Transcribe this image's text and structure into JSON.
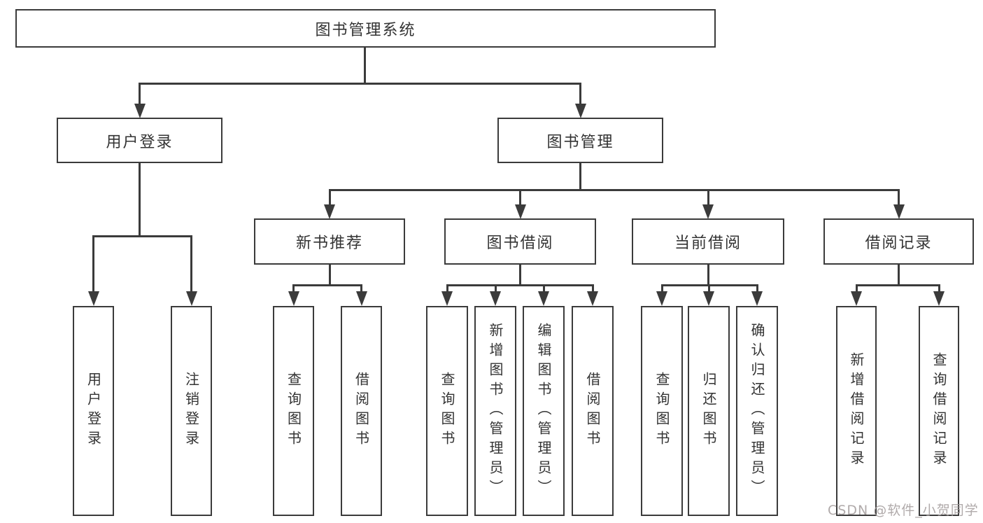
{
  "diagram": {
    "root": {
      "label": "图书管理系统"
    },
    "level2": [
      {
        "label": "用户登录"
      },
      {
        "label": "图书管理"
      }
    ],
    "level3": [
      {
        "label": "新书推荐"
      },
      {
        "label": "图书借阅"
      },
      {
        "label": "当前借阅"
      },
      {
        "label": "借阅记录"
      }
    ],
    "leaves": {
      "user_login": [
        {
          "label": "用户登录"
        },
        {
          "label": "注销登录"
        }
      ],
      "new_book": [
        {
          "label": "查询图书"
        },
        {
          "label": "借阅图书"
        }
      ],
      "book_borrow": [
        {
          "label": "查询图书"
        },
        {
          "label": "新增图书（管理员）"
        },
        {
          "label": "编辑图书（管理员）"
        },
        {
          "label": "借阅图书"
        }
      ],
      "current_borrow": [
        {
          "label": "查询图书"
        },
        {
          "label": "归还图书"
        },
        {
          "label": "确认归还（管理员）"
        }
      ],
      "borrow_records": [
        {
          "label": "新增借阅记录"
        },
        {
          "label": "查询借阅记录"
        }
      ]
    },
    "watermark": "CSDN @软件_小贺同学",
    "colors": {
      "line": "#3b3b3b",
      "text": "#333333",
      "watermark": "#a39c9c",
      "background": "#ffffff"
    }
  }
}
